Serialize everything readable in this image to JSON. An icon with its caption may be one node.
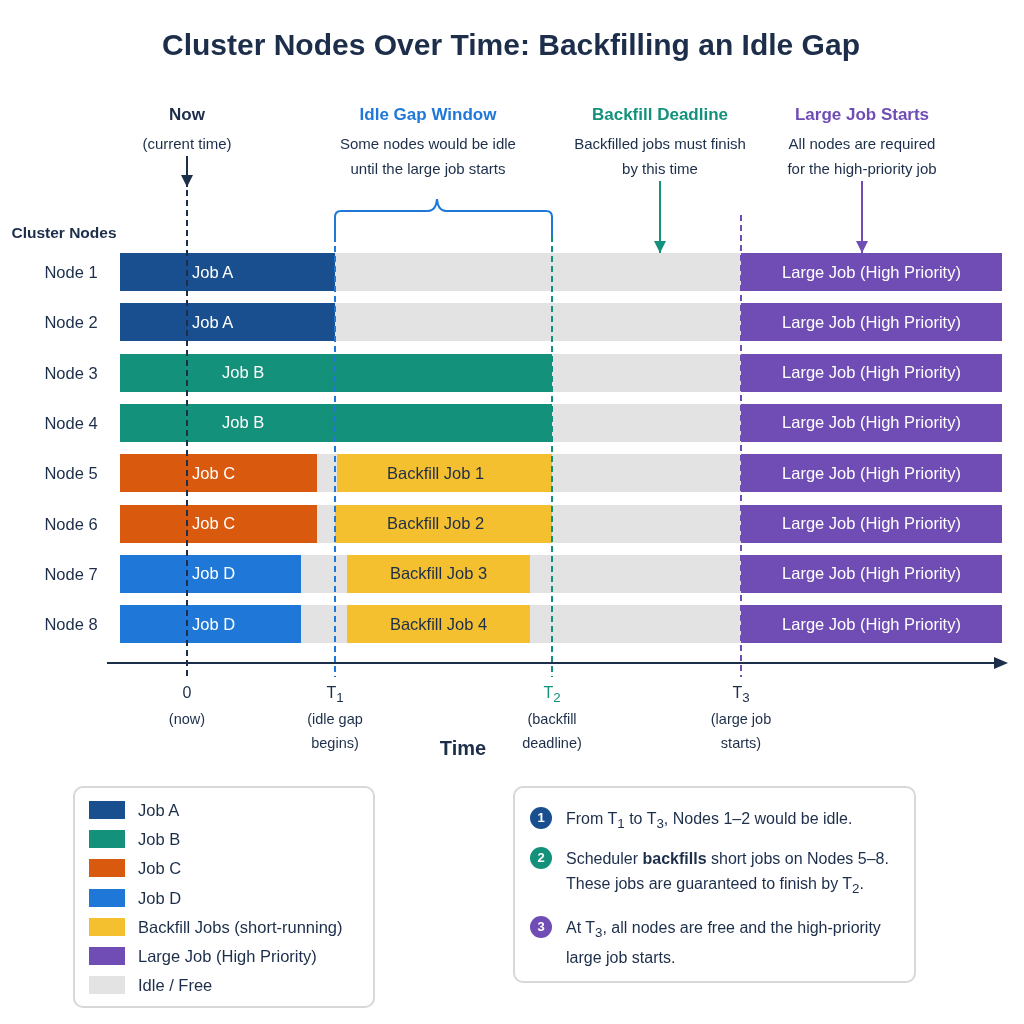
{
  "diagram": {
    "title": "Cluster Nodes Over Time: Backfilling an Idle Gap",
    "nodes": [
      {
        "text": [
          "Now",
          "(current time)"
        ]
      },
      {
        "text": [
          "Backfill Deadline",
          "Backfilled jobs must finish by this time"
        ]
      },
      {
        "text": [
          "Large Job Starts",
          "All nodes are required for the high-priority job"
        ]
      },
      {
        "text": [
          "Job A"
        ]
      },
      {
        "text": [],
        "shape": "bar"
      },
      {
        "text": [
          "Large Job (High Priority)"
        ]
      },
      {
        "text": [
          "Job A"
        ]
      },
      {
        "text": [],
        "shape": "bar"
      },
      {
        "text": [
          "Large Job (High Priority)"
        ]
      },
      {
        "text": [
          "Job B"
        ]
      },
      {
        "text": [],
        "shape": "bar"
      },
      {
        "text": [
          "Large Job (High Priority)"
        ]
      },
      {
        "text": [
          "Job B"
        ]
      },
      {
        "text": [],
        "shape": "bar"
      },
      {
        "text": [
          "Large Job (High Priority)"
        ]
      },
      {
        "text": [
          "Job C"
        ]
      },
      {
        "text": [],
        "shape": "bar"
      },
      {
        "text": [
          "Backfill Job 1"
        ]
      },
      {
        "text": [],
        "shape": "bar"
      },
      {
        "text": [
          "Large Job (High Priority)"
        ]
      },
      {
        "text": [
          "Job C"
        ]
      },
      {
        "text": [],
        "shape": "bar"
      },
      {
        "text": [
          "Backfill Job 2"
        ]
      },
      {
        "text": [],
        "shape": "bar"
      },
      {
        "text": [
          "Large Job (High Priority)"
        ]
      },
      {
        "text": [
          "Job D"
        ]
      },
      {
        "text": [],
        "shape": "bar"
      },
      {
        "text": [
          "Backfill Job 3"
        ]
      },
      {
        "text": [],
        "shape": "bar"
      },
      {
        "text": [
          "Large Job (High Priority)"
        ]
      },
      {
        "text": [
          "Job D"
        ]
      },
      {
        "text": [],
        "shape": "bar"
      },
      {
        "text": [
          "Backfill Job 4"
        ]
      },
      {
        "text": [],
        "shape": "bar"
      },
      {
        "text": [
          "Large Job (High Priority)"
        ]
      },
      {
        "text": [],
        "shape": "box"
      },
      {
        "text": [
          "1"
        ],
        "in": 35,
        "beside": [
          "From T$_{1}$ to T$_{3}$, Nodes 1–2 would be idle."
        ]
      },
      {
        "text": [
          "2"
        ],
        "in": 35,
        "beside": [
          "Scheduler **backfills** short jobs on Nodes 5–8. These jobs are guaranteed to finish by T$_{2}$."
        ]
      },
      {
        "text": [
          "3"
        ],
        "in": 35,
        "beside": [
          "At T$_{3}$, all nodes are free and the high-priority large job starts."
        ]
      }
    ],
    "edges": [
      {
        "from": 0,
        "to": null,
        "arrow": "to",
        "color": "#1c2e4a"
      },
      {
        "from": 1,
        "to": 4,
        "arrow": "to",
        "color": "#14917a"
      },
      {
        "from": 2,
        "to": 5,
        "arrow": "to",
        "color": "#6f4db5"
      }
    ],
    "labels": [
      "Idle Gap Window",
      "Some nodes would be idle until the large job starts",
      "Cluster Nodes",
      "Node 1",
      "Node 2",
      "Node 3",
      "Node 4",
      "Node 5",
      "Node 6",
      "Node 7",
      "Node 8",
      "0",
      "(now)",
      "T$_{1}$",
      "(idle gap begins)",
      "T$_{2}$",
      "(backfill deadline)",
      "T$_{3}$",
      "(large job starts)",
      "Time"
    ],
    "legend": [
      {
        "text": "Job A",
        "color": "#1a4f8f"
      },
      {
        "text": "Job B",
        "color": "#14917a"
      },
      {
        "text": "Job C",
        "color": "#d95a0e"
      },
      {
        "text": "Job D",
        "color": "#1f78d8"
      },
      {
        "text": "Backfill Jobs (short-running)",
        "color": "#f4c030"
      },
      {
        "text": "Large Job (High Priority)",
        "color": "#6f4db5"
      },
      {
        "text": "Idle / Free",
        "color": "#e3e3e3"
      }
    ]
  }
}
